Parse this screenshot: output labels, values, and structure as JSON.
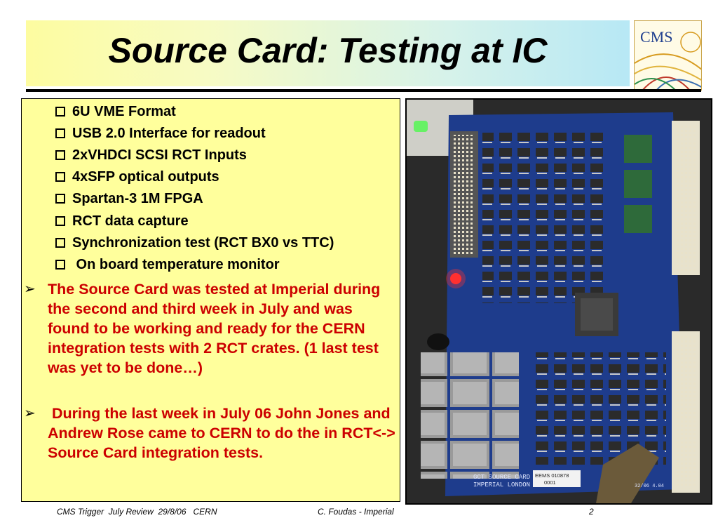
{
  "slide": {
    "title": "Source Card: Testing at IC",
    "logo_text": "CMS",
    "bullets": [
      "6U VME Format",
      "USB 2.0 Interface for readout",
      "2xVHDCI SCSI RCT Inputs",
      "4xSFP optical outputs",
      "Spartan-3 1M FPGA",
      "RCT data capture",
      "Synchronization test (RCT BX0 vs TTC)",
      " On board temperature monitor"
    ],
    "paragraphs": [
      "The Source Card was tested at Imperial during the second and third week in July and was found to be working and ready for the CERN integration tests with 2 RCT crates. (1 last test was yet to be done…)",
      " During the last week in July 06 John Jones and Andrew Rose came to CERN to do the in RCT<-> Source Card integration tests."
    ],
    "arrow_glyph": "➢",
    "photo": {
      "pcb_label_1": "GCT SOURCE CARD",
      "pcb_label_2": "IMPERIAL LONDON",
      "sticker_1": "EEMS 010878",
      "sticker_2": "0001",
      "corner_text": "32/06 4.04"
    },
    "colors": {
      "paragraph_text": "#cc0000",
      "content_background": "#ffff9c",
      "pcb_blue": "#1e3c8c"
    }
  },
  "footer": {
    "left": "CMS Trigger  July Review  29/8/06   CERN",
    "center": "C. Foudas - Imperial",
    "page": "2"
  }
}
